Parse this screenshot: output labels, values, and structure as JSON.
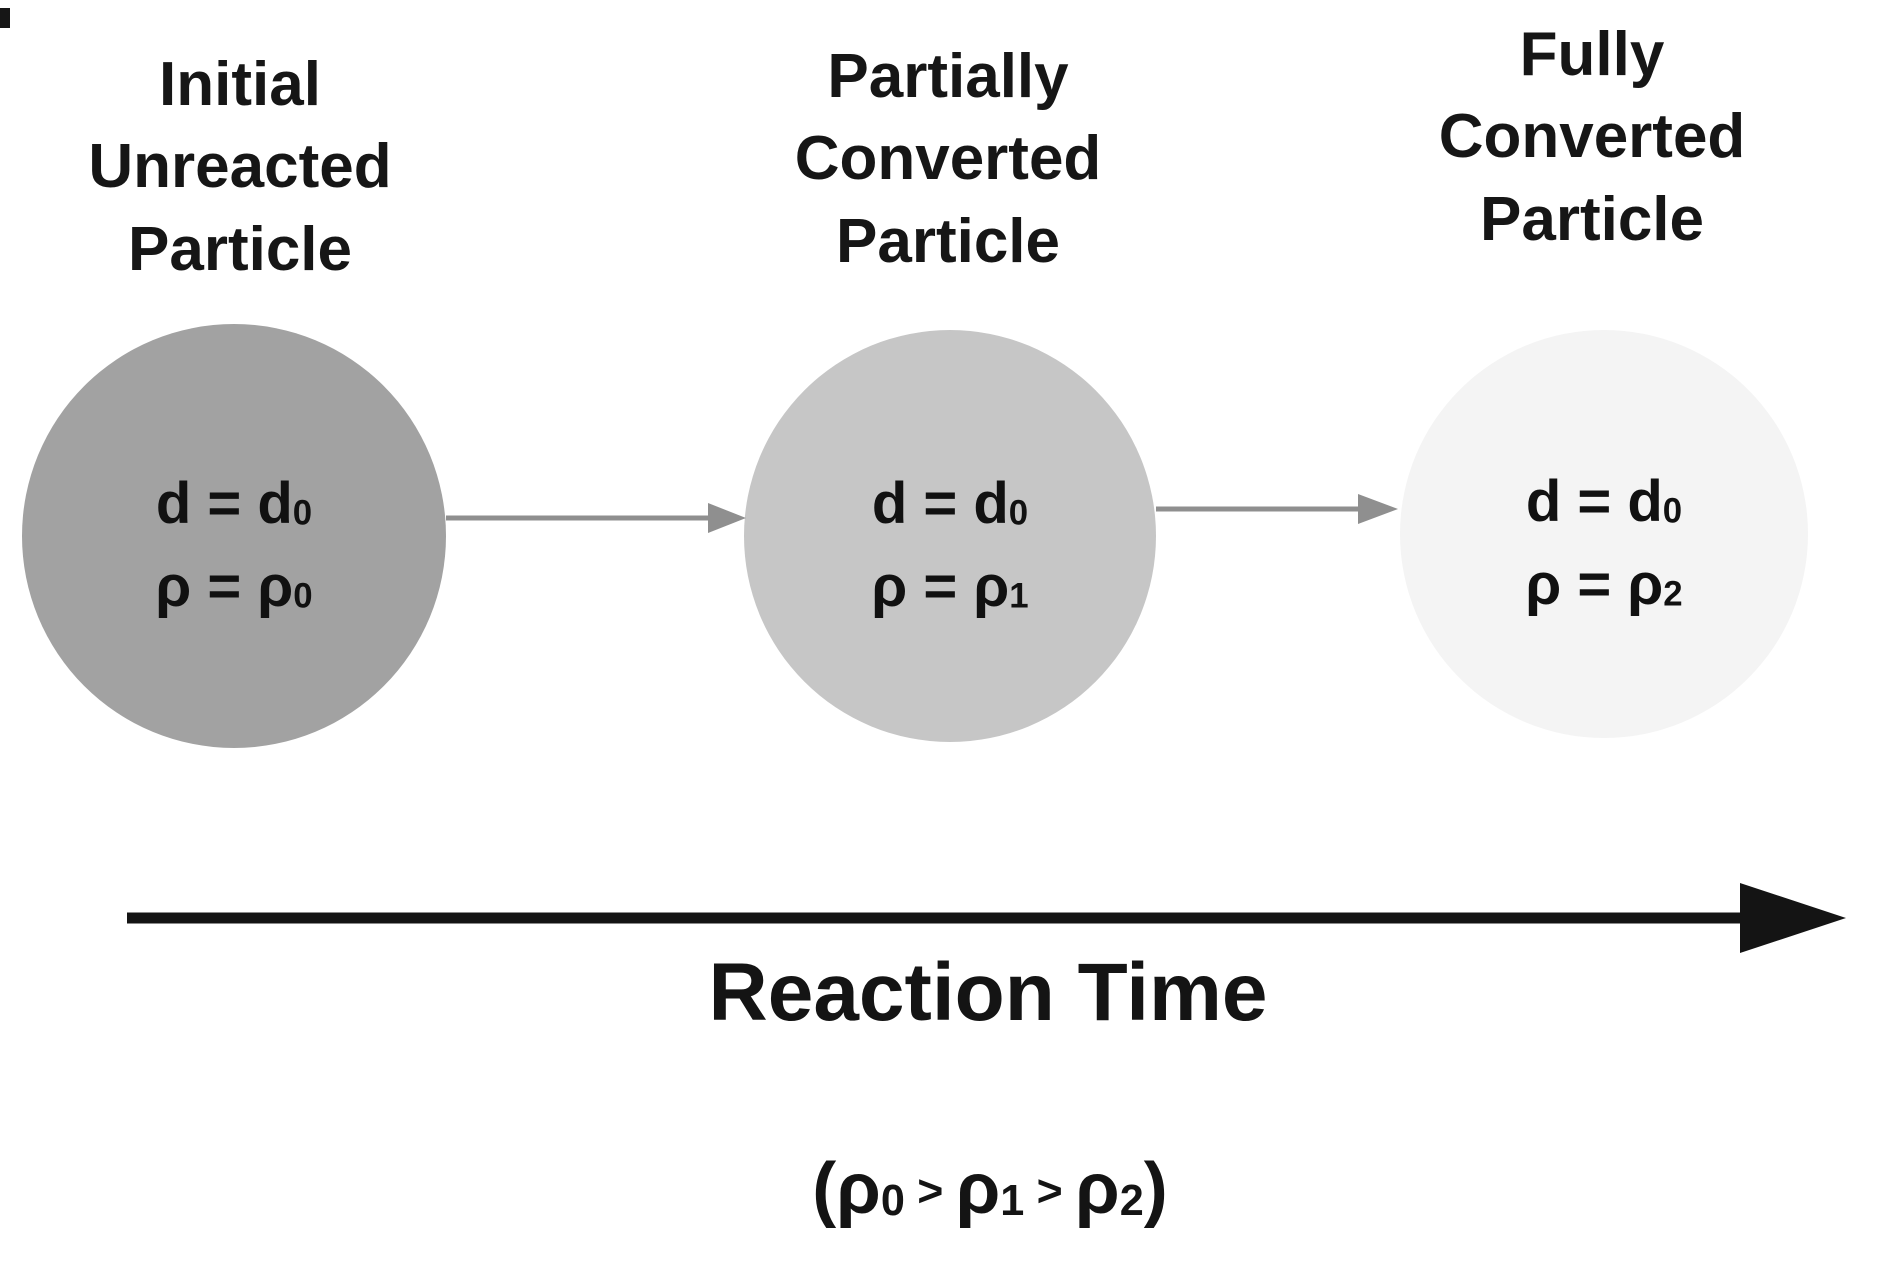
{
  "colors": {
    "background": "#ffffff",
    "text": "#1a1a1a",
    "stage1_fill": "#a2a2a2",
    "stage2_fill": "#c6c6c6",
    "stage3_fill": "#f4f4f4",
    "stage_arrow": "#8f8f8f",
    "timeline_arrow": "#141414"
  },
  "stages": [
    {
      "title_lines": [
        "Initial",
        "Unreacted",
        "Particle"
      ],
      "equations": {
        "diameter_base": "d = d",
        "diameter_sub": "0",
        "density_base": "ρ = ρ",
        "density_sub": "0"
      }
    },
    {
      "title_lines": [
        "Partially",
        "Converted",
        "Particle"
      ],
      "equations": {
        "diameter_base": "d = d",
        "diameter_sub": "0",
        "density_base": "ρ = ρ",
        "density_sub": "1"
      }
    },
    {
      "title_lines": [
        "Fully",
        "Converted",
        "Particle"
      ],
      "equations": {
        "diameter_base": "d = d",
        "diameter_sub": "0",
        "density_base": "ρ = ρ",
        "density_sub": "2"
      }
    }
  ],
  "timeline": {
    "label": "Reaction Time"
  },
  "formula": {
    "p1": "(ρ",
    "s1": "0",
    "gt1": " > ",
    "p2": "ρ",
    "s2": "1",
    "gt2": " > ",
    "p3": "ρ",
    "s3": "2",
    "p4": ")"
  }
}
